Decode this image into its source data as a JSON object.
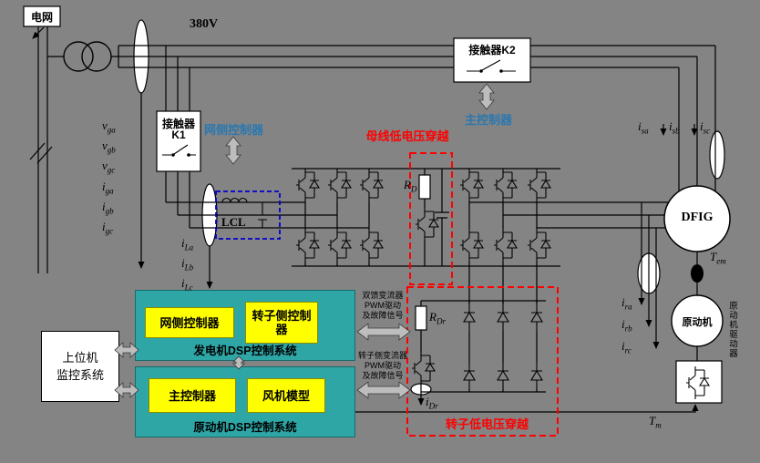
{
  "colors": {
    "bg": "#848484",
    "teal": "#2EA6A6",
    "yellow": "#FFFF00",
    "red": "#FF0000",
    "blue": "#0000CC",
    "ctrl": "#2A78B0",
    "arrow": "#BDBDBD"
  },
  "top": {
    "grid": "电网",
    "voltage": "380V",
    "k2": "接触器K2",
    "k1_l1": "接触器",
    "k1_l2": "K1",
    "main_controller": "主控制器",
    "grid_controller": "网侧控制器"
  },
  "lvrt": {
    "bus": "母线低电压穿越",
    "rotor": "转子低电压穿越"
  },
  "filter": {
    "lcl": "LCL"
  },
  "machine": {
    "dfig": "DFIG",
    "prime_mover": "原动机",
    "drive": "原动机驱动器"
  },
  "control": {
    "host_l1": "上位机",
    "host_l2": "监控系统",
    "gen_dsp": "发电机DSP控制系统",
    "pm_dsp": "原动机DSP控制系统",
    "grid_ctrl": "网侧控制器",
    "rotor_ctrl": "转子侧控制器",
    "main_ctrl": "主控制器",
    "fan_model": "风机模型",
    "sig1": [
      "双馈变流器",
      "PWM驱动",
      "及故障信号"
    ],
    "sig2": [
      "转子侧变流器",
      "PWM驱动",
      "及故障信号"
    ]
  },
  "signals": {
    "left": [
      {
        "b": "v",
        "s": "ga"
      },
      {
        "b": "v",
        "s": "gb"
      },
      {
        "b": "v",
        "s": "gc"
      },
      {
        "b": "i",
        "s": "ga"
      },
      {
        "b": "i",
        "s": "gb"
      },
      {
        "b": "i",
        "s": "gc"
      }
    ],
    "lcl": [
      {
        "b": "i",
        "s": "La"
      },
      {
        "b": "i",
        "s": "Lb"
      },
      {
        "b": "i",
        "s": "Lc"
      }
    ],
    "stator": [
      {
        "b": "i",
        "s": "sa"
      },
      {
        "b": "i",
        "s": "sb"
      },
      {
        "b": "i",
        "s": "sc"
      }
    ],
    "rotor": [
      {
        "b": "i",
        "s": "ra"
      },
      {
        "b": "i",
        "s": "rb"
      },
      {
        "b": "i",
        "s": "rc"
      }
    ],
    "rd": {
      "b": "R",
      "s": "D"
    },
    "rdr": {
      "b": "R",
      "s": "Dr"
    },
    "idr": {
      "b": "i",
      "s": "Dr"
    },
    "tem": {
      "b": "T",
      "s": "em"
    },
    "tm": {
      "b": "T",
      "s": "m"
    }
  }
}
